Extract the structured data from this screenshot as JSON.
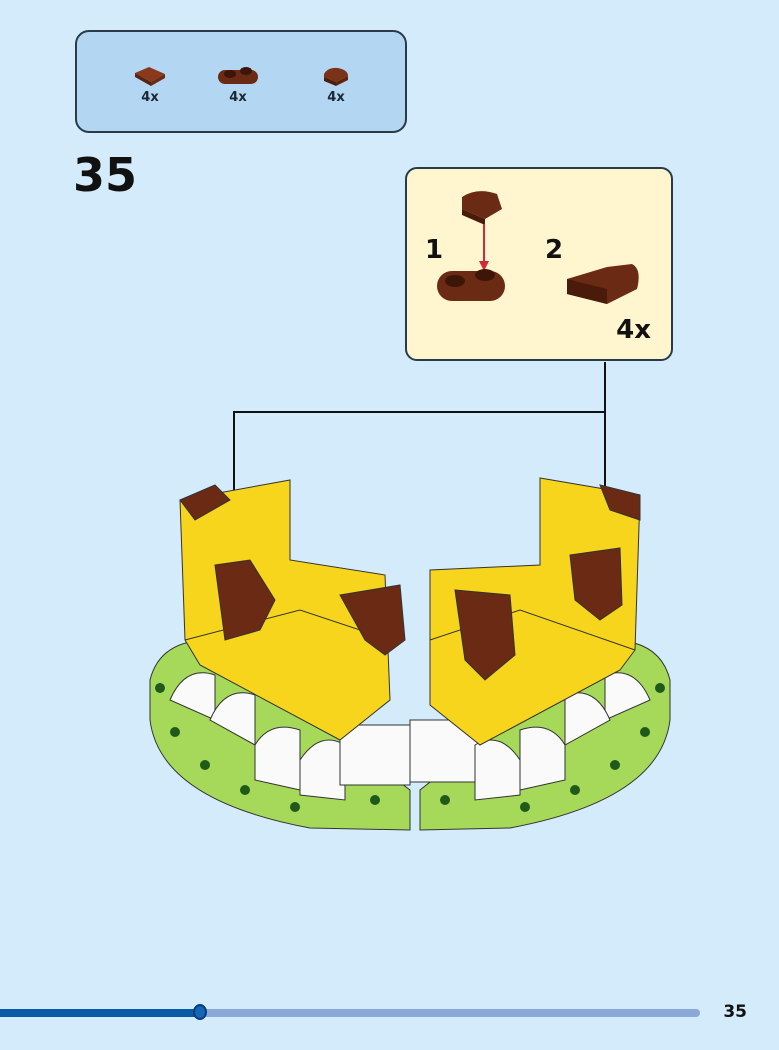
{
  "parts_list": [
    {
      "name": "tile-1x1",
      "qty": "4x"
    },
    {
      "name": "plate-1x2-rounded",
      "qty": "4x"
    },
    {
      "name": "tile-1x1-quarter-round",
      "qty": "4x"
    }
  ],
  "step": {
    "number": "35"
  },
  "sub_assembly": {
    "steps": [
      "1",
      "2"
    ],
    "qty": "4x"
  },
  "colors": {
    "brick_brown": "#6b2a14",
    "yellow": "#f7d51c",
    "lime": "#a6d95a",
    "background": "#d3ebfa"
  },
  "navigation": {
    "progress": 0.286,
    "page_number": "35"
  }
}
